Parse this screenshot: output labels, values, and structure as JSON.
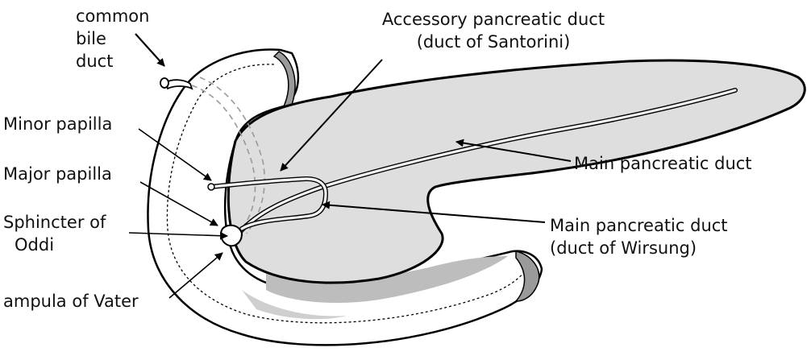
{
  "labels": {
    "common_bile_duct": [
      "common",
      "bile",
      "duct"
    ],
    "accessory_duct": [
      "Accessory pancreatic duct",
      "(duct of Santorini)"
    ],
    "minor_papilla": "Minor papilla",
    "major_papilla": "Major papilla",
    "sphincter": [
      "Sphincter of",
      "Oddi"
    ],
    "ampulla": "ampula of Vater",
    "main_duct": "Main pancreatic duct",
    "wirsung": [
      "Main pancreatic duct",
      "(duct of Wirsung)"
    ]
  },
  "colors": {
    "pancreas_fill": "#dedede",
    "duodenum_fill": "#ffffff",
    "outline": "#000000",
    "lumen_shade": "#bdbdbd",
    "duct_fill": "#f4f4f4"
  }
}
